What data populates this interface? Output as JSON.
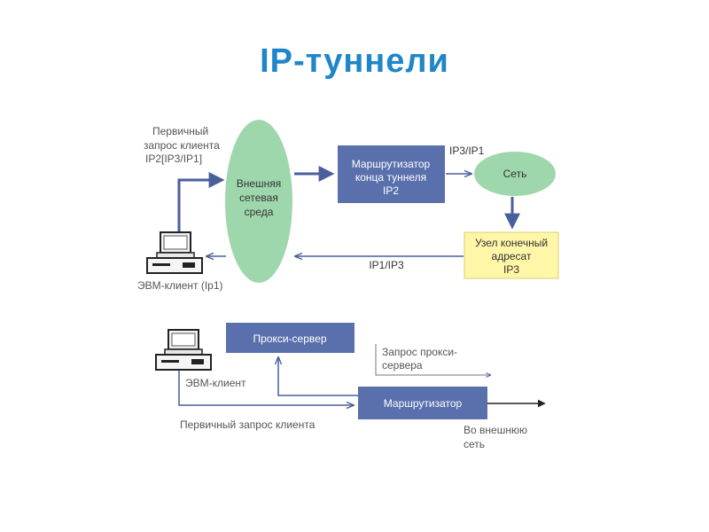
{
  "title": "IP-туннели",
  "top": {
    "primary_request": [
      "Первичный",
      "запрос клиента",
      "IP2[IP3/IP1]"
    ],
    "external_env": [
      "Внешняя",
      "сетевая",
      "среда"
    ],
    "router": [
      "Маршрутизатор",
      "конца туннеля",
      "IP2"
    ],
    "ip3_ip1": "IP3/IP1",
    "network": "Сеть",
    "end_node": [
      "Узел конечный",
      "адресат",
      "IP3"
    ],
    "ip1_ip3": "IP1/IP3",
    "client": "ЭВМ-клиент (Ip1)"
  },
  "bottom": {
    "proxy": "Прокси-сервер",
    "proxy_request": [
      "Запрос прокси-",
      "сервера"
    ],
    "client": "ЭВМ-клиент",
    "router": "Маршрутизатор",
    "primary_request": "Первичный запрос клиента",
    "outside": [
      "Во внешнюю",
      "сеть"
    ]
  },
  "colors": {
    "title": "#1f86c8",
    "box": "#5a70ad",
    "ellipse": "#9fd7ad",
    "end_node": "#fff6a8",
    "arrow": "#4a5e9c"
  }
}
